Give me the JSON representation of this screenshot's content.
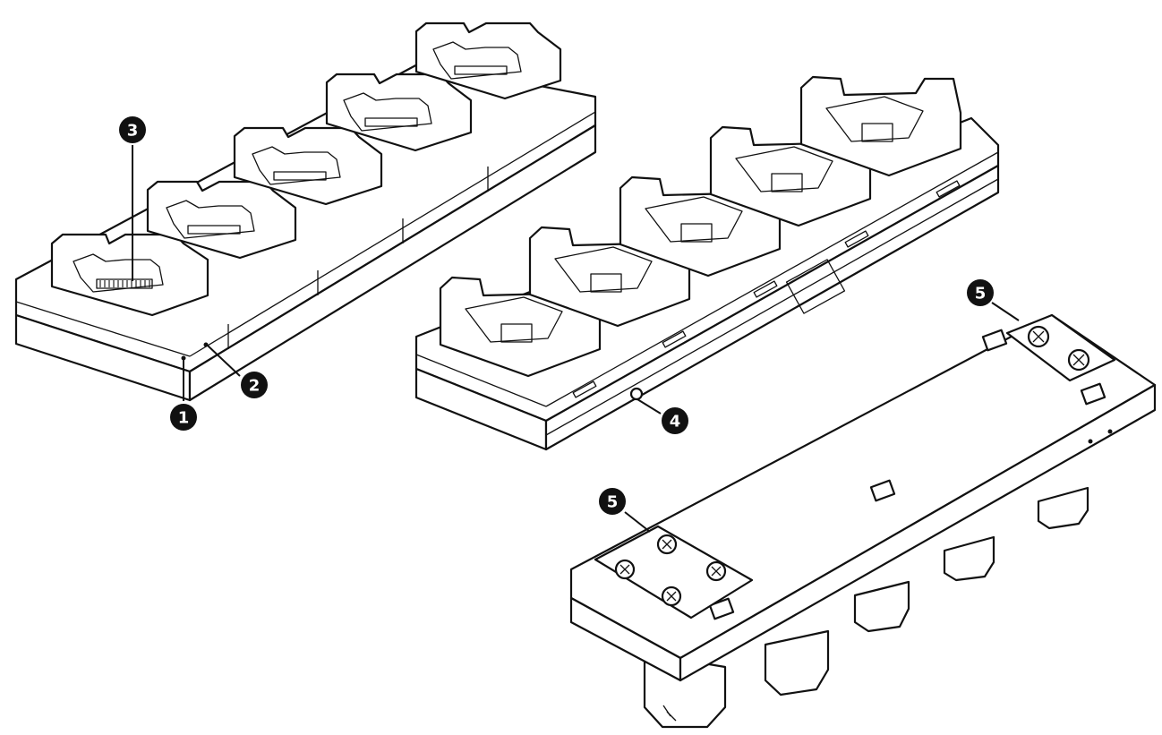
{
  "callouts": {
    "c1": "1",
    "c2": "2",
    "c3": "3",
    "c4": "4",
    "c5_top": "5",
    "c5_bottom": "5"
  },
  "colors": {
    "line": "#111111",
    "background": "#ffffff"
  }
}
